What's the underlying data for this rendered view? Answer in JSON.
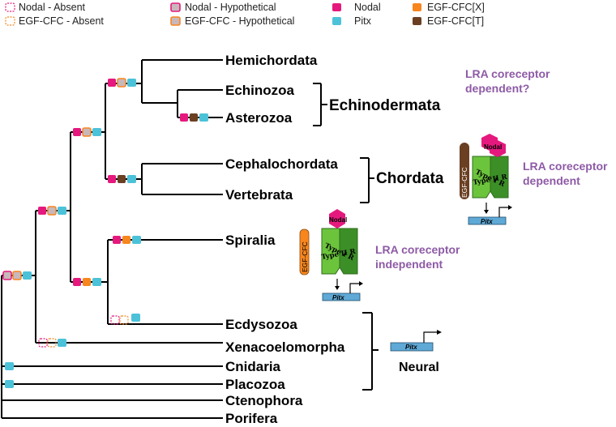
{
  "legend": {
    "nodal_absent": "Nodal - Absent",
    "egfcfc_absent": "EGF-CFC - Absent",
    "nodal_hypothetical": "Nodal - Hypothetical",
    "egfcfc_hypothetical": "EGF-CFC - Hypothetical",
    "nodal": "Nodal",
    "pitx": "Pitx",
    "egfcfc_x": "EGF-CFC[X]",
    "egfcfc_t": "EGF-CFC[T]"
  },
  "taxa": {
    "hemichordata": "Hemichordata",
    "echinozoa": "Echinozoa",
    "asterozoa": "Asterozoa",
    "cephalochordata": "Cephalochordata",
    "vertebrata": "Vertebrata",
    "spiralia": "Spiralia",
    "ecdysozoa": "Ecdysozoa",
    "xenacoelomorpha": "Xenacoelomorpha",
    "cnidaria": "Cnidaria",
    "placozoa": "Placozoa",
    "ctenophora": "Ctenophora",
    "porifera": "Porifera"
  },
  "groups": {
    "echinodermata": "Echinodermata",
    "chordata": "Chordata"
  },
  "annotations": {
    "lra_dependent_q_line1": "LRA coreceptor",
    "lra_dependent_q_line2": "dependent?",
    "lra_dependent_line1": "LRA coreceptor",
    "lra_dependent_line2": "dependent",
    "lra_independent_line1": "LRA coreceptor",
    "lra_independent_line2": "independent",
    "neural": "Neural"
  },
  "schematic": {
    "nodal": "Nodal",
    "egfcfc": "EGF-CFC",
    "type1": "Type I R",
    "type2": "Type II R",
    "pitx": "Pitx"
  },
  "colors": {
    "nodal": "#e5197d",
    "pitx": "#4cc2d9",
    "egfcfc_x": "#f7861e",
    "egfcfc_t": "#6b3f22",
    "hypothetical_fill": "#c9b8bb",
    "receptor_light": "#6cc43c",
    "receptor_dark": "#3c8f27",
    "promoter_box": "#5fa9d6"
  }
}
